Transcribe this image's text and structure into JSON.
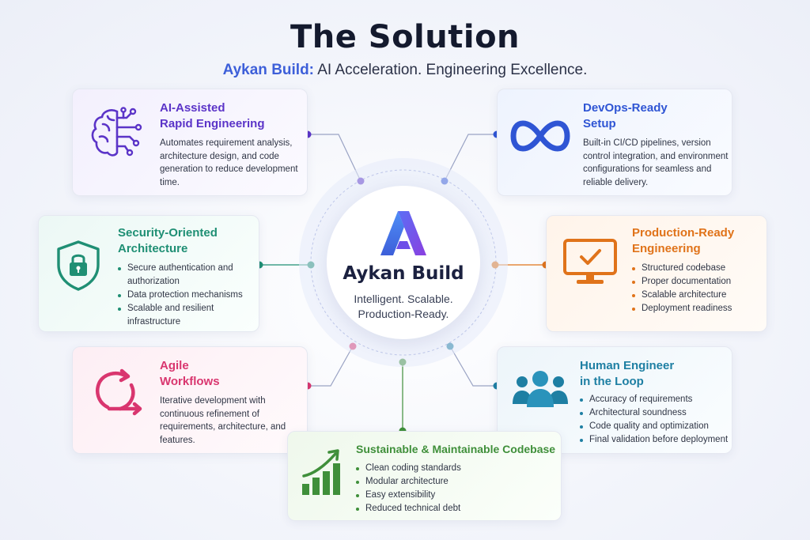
{
  "header": {
    "title": "The Solution",
    "brand": "Aykan Build:",
    "tagline": "AI Acceleration. Engineering Excellence."
  },
  "hub": {
    "name": "Aykan Build",
    "tagline_line1": "Intelligent. Scalable.",
    "tagline_line2": "Production-Ready."
  },
  "cards": {
    "ai": {
      "title_line1": "AI-Assisted",
      "title_line2": "Rapid Engineering",
      "description": "Automates requirement analysis, architecture design, and code generation to reduce development time.",
      "icon": "brain-circuit-icon",
      "color": "#5b34c8"
    },
    "devops": {
      "title_line1": "DevOps-Ready",
      "title_line2": "Setup",
      "description": "Built-in CI/CD pipelines, version control integration, and environment configurations for seamless and reliable delivery.",
      "icon": "infinity-icon",
      "color": "#2f55d4"
    },
    "security": {
      "title_line1": "Security-Oriented",
      "title_line2": "Architecture",
      "items": [
        "Secure authentication and authorization",
        "Data protection mechanisms",
        "Scalable and resilient infrastructure"
      ],
      "icon": "shield-lock-icon",
      "color": "#1f8f74"
    },
    "production": {
      "title_line1": "Production-Ready",
      "title_line2": "Engineering",
      "items": [
        "Structured codebase",
        "Proper documentation",
        "Scalable architecture",
        "Deployment readiness"
      ],
      "icon": "monitor-check-icon",
      "color": "#e0731a"
    },
    "agile": {
      "title_line1": "Agile",
      "title_line2": "Workflows",
      "description": "Iterative development with continuous refinement of requirements, architecture, and features.",
      "icon": "cycle-arrows-icon",
      "color": "#d9366f"
    },
    "human": {
      "title_line1": "Human Engineer",
      "title_line2": "in the Loop",
      "items": [
        "Accuracy of requirements",
        "Architectural soundness",
        "Code quality and optimization",
        "Final validation before deployment"
      ],
      "icon": "team-icon",
      "color": "#1e7fa3"
    },
    "sustainable": {
      "title": "Sustainable & Maintainable Codebase",
      "items": [
        "Clean coding standards",
        "Modular architecture",
        "Easy extensibility",
        "Reduced technical debt"
      ],
      "icon": "growth-chart-icon",
      "color": "#3f8f3a"
    }
  }
}
